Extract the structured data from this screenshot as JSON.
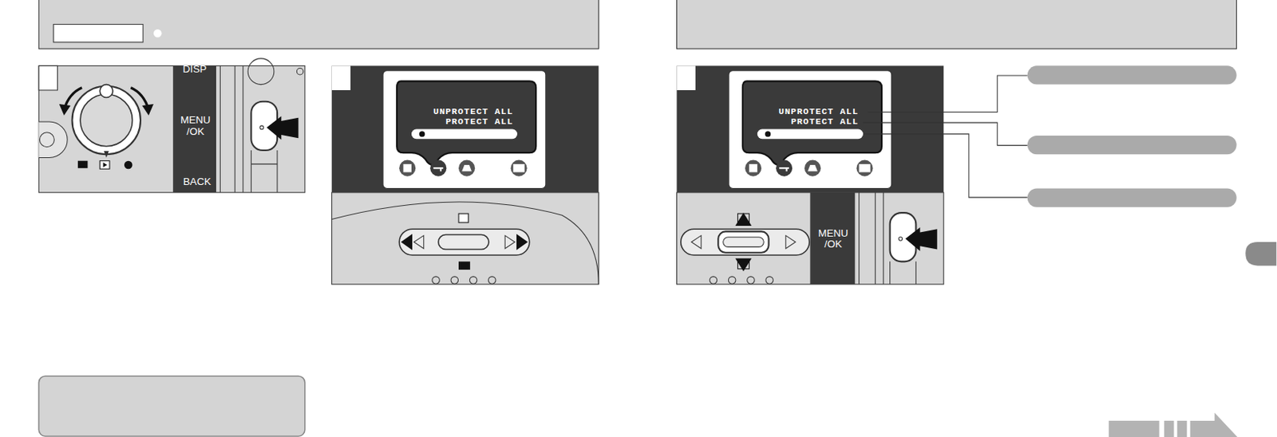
{
  "diagram": {
    "nodes": [
      {
        "text": [
          "UNPROTECT ALL",
          "PROTECT ALL"
        ]
      },
      {
        "text": [
          "UNPROTECT ALL",
          "PROTECT ALL"
        ]
      }
    ],
    "labels": [
      "DISP",
      "MENU /OK",
      "BACK",
      "MENU /OK"
    ]
  }
}
